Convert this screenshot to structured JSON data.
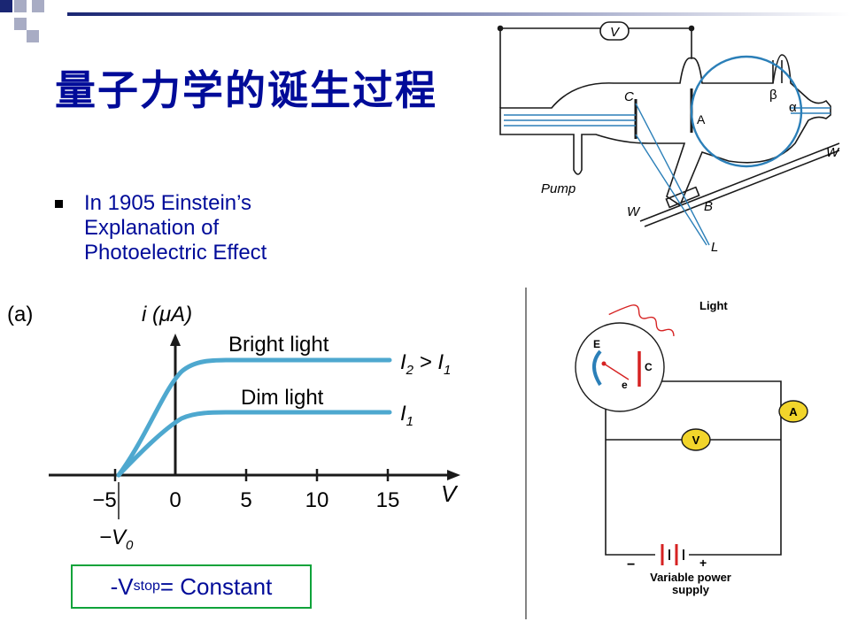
{
  "slide": {
    "title": "量子力学的诞生过程",
    "bullet": {
      "line1": "In 1905 Einstein’s",
      "line2": "Explanation  of",
      "line3": "Photoelectric  Effect"
    }
  },
  "apparatus_labels": {
    "voltmeter": "V",
    "cathode": "C",
    "anode": "A",
    "beta": "β",
    "alpha": "α",
    "pump": "Pump",
    "window_right": "W",
    "window_left": "W",
    "base": "B",
    "light": "L"
  },
  "iv_graph": {
    "panel_label": "(a)",
    "y_axis_label": "i (μA)",
    "x_axis_label": "V",
    "x_ticks": [
      "−5",
      "0",
      "5",
      "10",
      "15"
    ],
    "stop_voltage_label": "−V",
    "stop_voltage_sub": "0",
    "curves": [
      {
        "name": "Bright light",
        "label": "I",
        "label_sub": "2",
        "relation": " > I",
        "relation_sub": "1"
      },
      {
        "name": "Dim light",
        "label": "I",
        "label_sub": "1"
      }
    ],
    "curve_color": "#4ea8cf"
  },
  "circuit": {
    "light": "Light",
    "emitter": "E",
    "collector": "C",
    "electron": "e",
    "ammeter": "A",
    "voltmeter": "V",
    "supply_line1": "Variable power",
    "supply_line2": "supply",
    "minus": "−",
    "plus": "+",
    "meter_color": "#f2d52b"
  },
  "formula": {
    "prefix": "-V",
    "sub": "stop",
    "suffix": "= Constant"
  },
  "colors": {
    "title": "#000b99",
    "accent_box": "#0fa33a",
    "decor_navy": "#1a2673",
    "decor_gray": "#a8acc4"
  }
}
